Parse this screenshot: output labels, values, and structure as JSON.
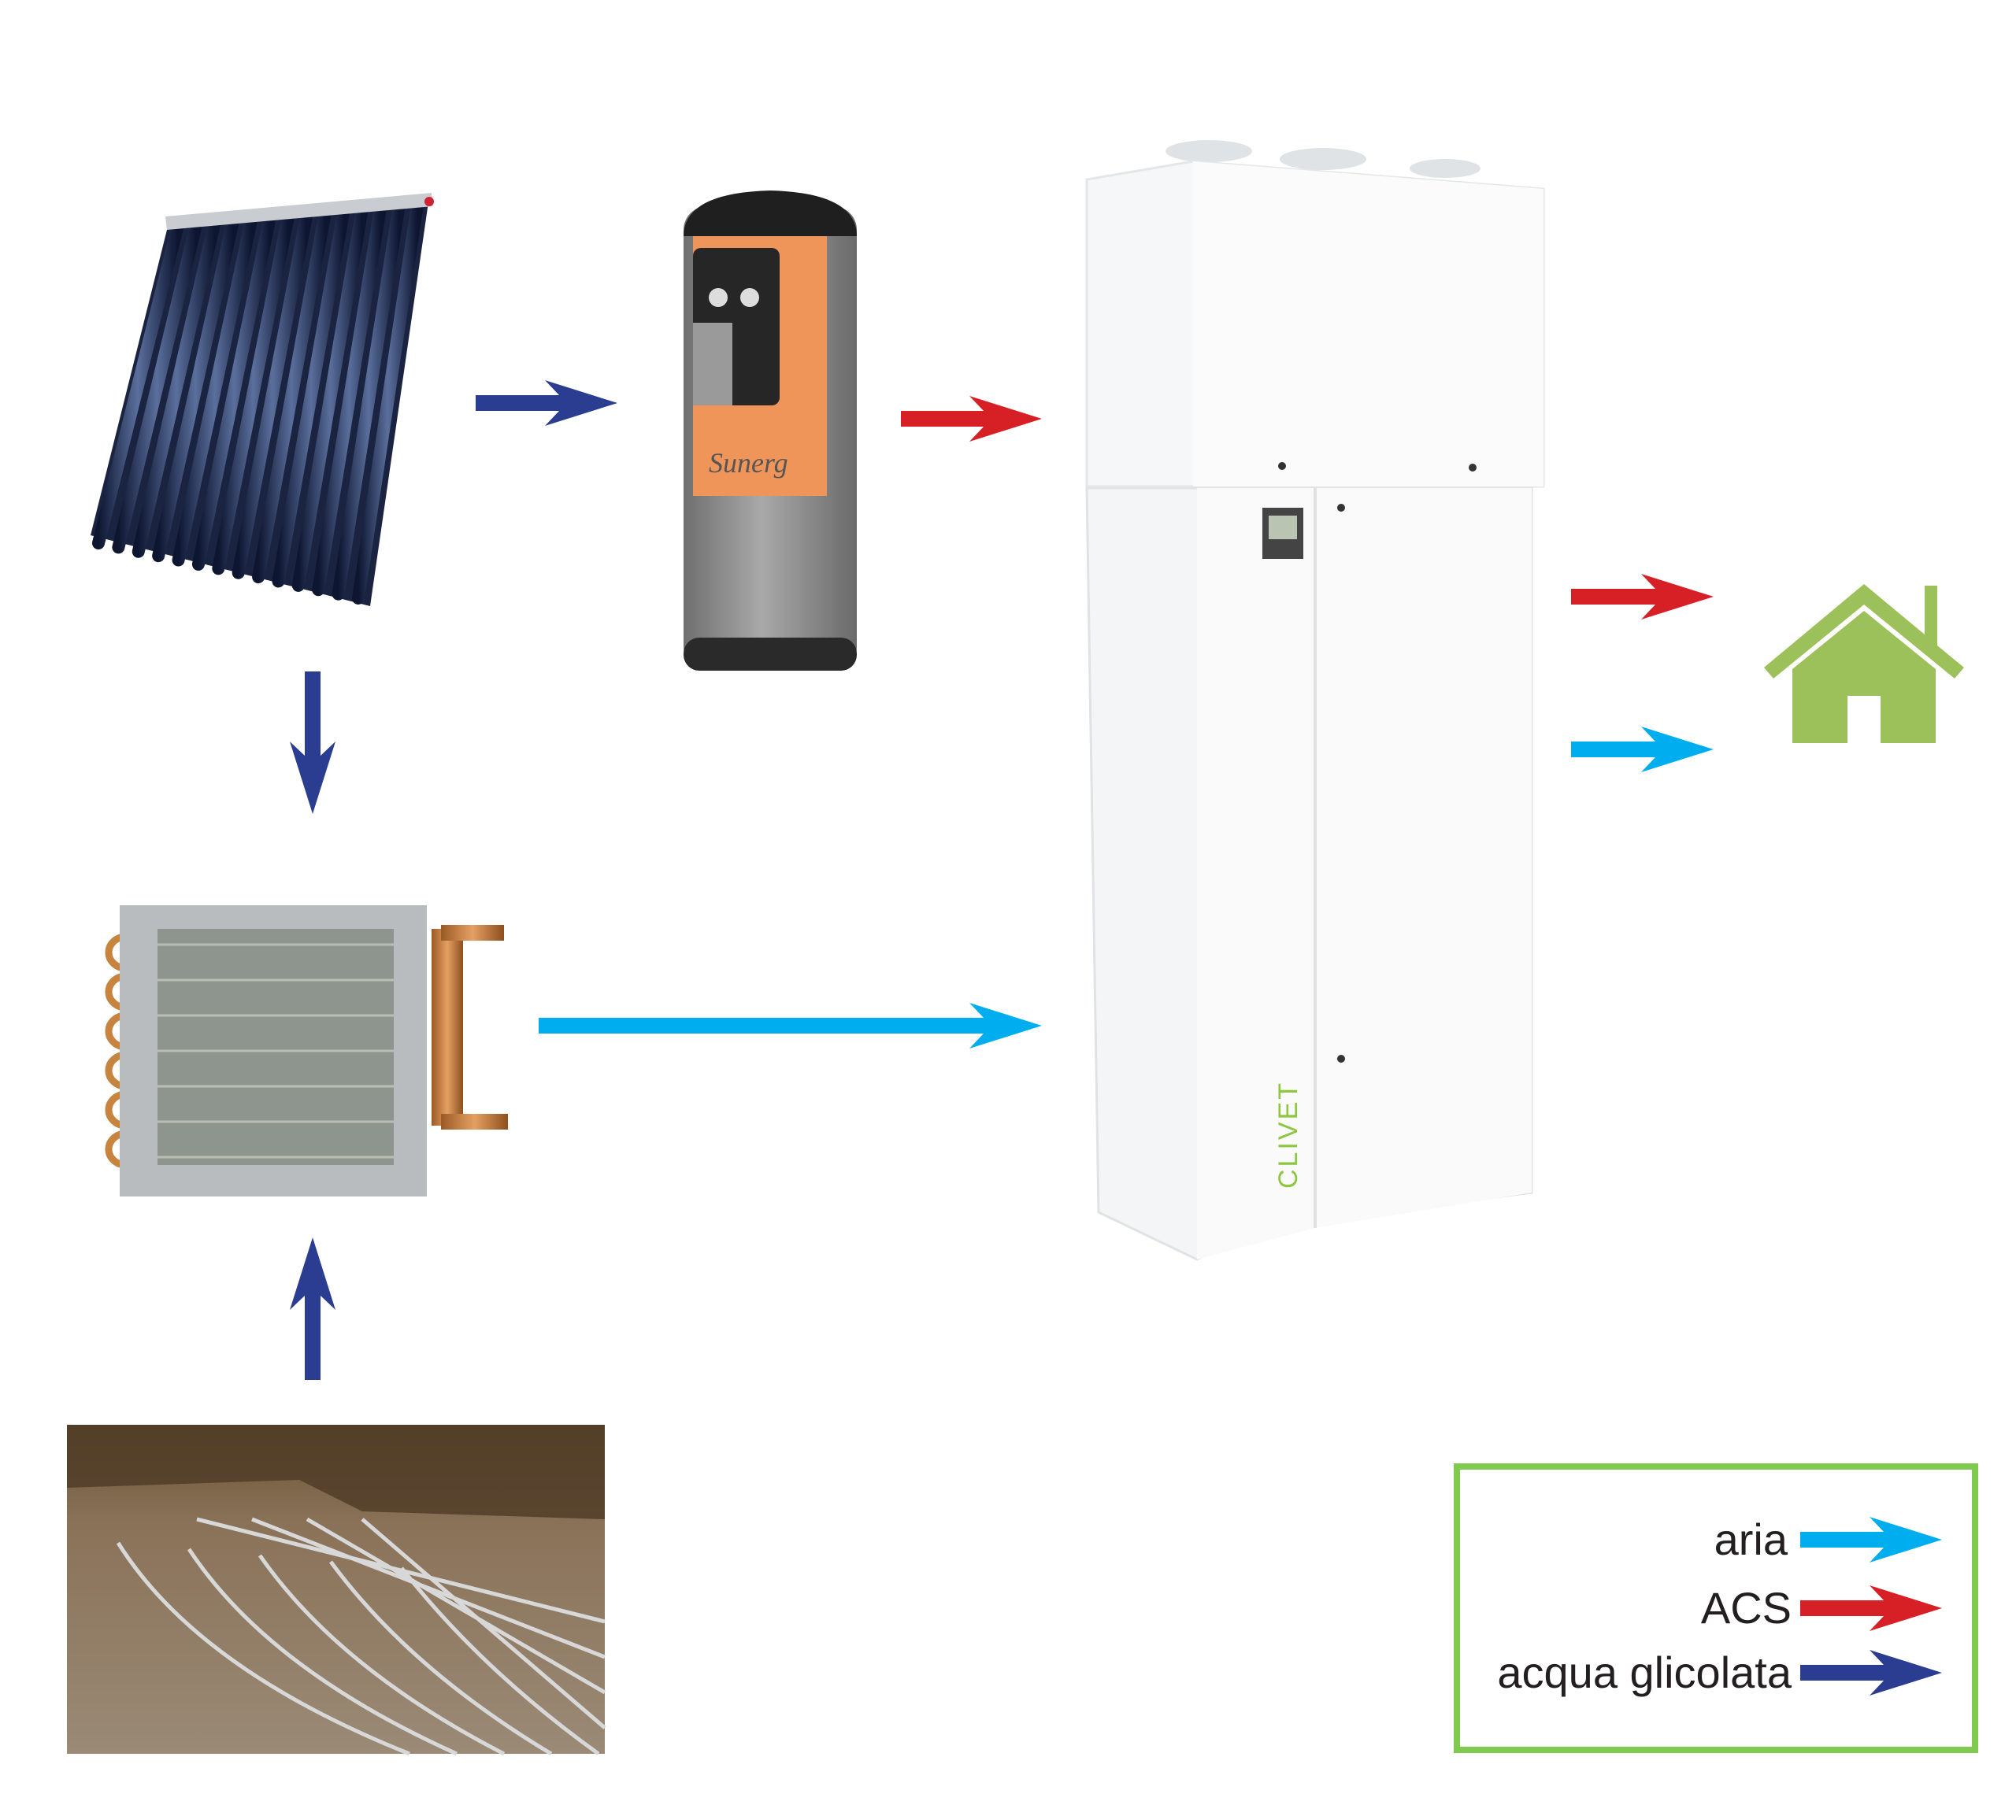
{
  "legend": {
    "items": [
      {
        "label": "aria",
        "color": "#00aeef"
      },
      {
        "label": "ACS",
        "color": "#d71f26"
      },
      {
        "label": "acqua glicolata",
        "color": "#2b3d91"
      }
    ],
    "border_color": "#7ecb50"
  },
  "house_color": "#9dc15a",
  "logos": {
    "tank_brand": "Sunerg",
    "heat_pump_brand": "CLIVET"
  }
}
